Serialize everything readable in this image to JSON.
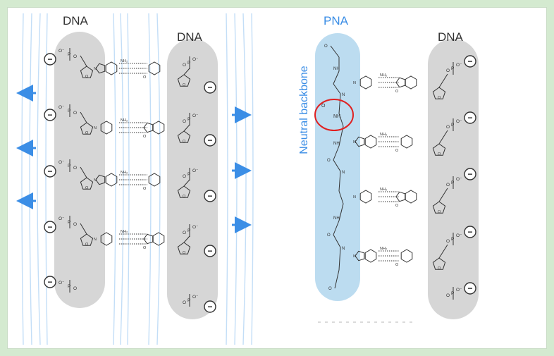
{
  "labels": {
    "dna_left_1": "DNA",
    "dna_left_2": "DNA",
    "pna": "PNA",
    "dna_right": "DNA",
    "neutral_backbone": "Neutral backbone"
  },
  "chem": {
    "phosphate_o": "O",
    "phosphate_o_minus": "O⁻",
    "phosphate_p": "P",
    "nh": "NH",
    "nh2": "NH₂",
    "n": "N",
    "o": "O",
    "ho": "H",
    "minus": "−"
  },
  "colors": {
    "page_background": "#d4ead0",
    "dna_strand": "#d6d6d6",
    "pna_strand": "#bcdcf0",
    "accent_blue": "#3b8ee6",
    "highlight_circle": "#e02020",
    "charge_ring": "#333333"
  },
  "icons": {
    "negative_charge": "minus-circle-icon",
    "repulsion_arrow": "arrow-icon"
  }
}
